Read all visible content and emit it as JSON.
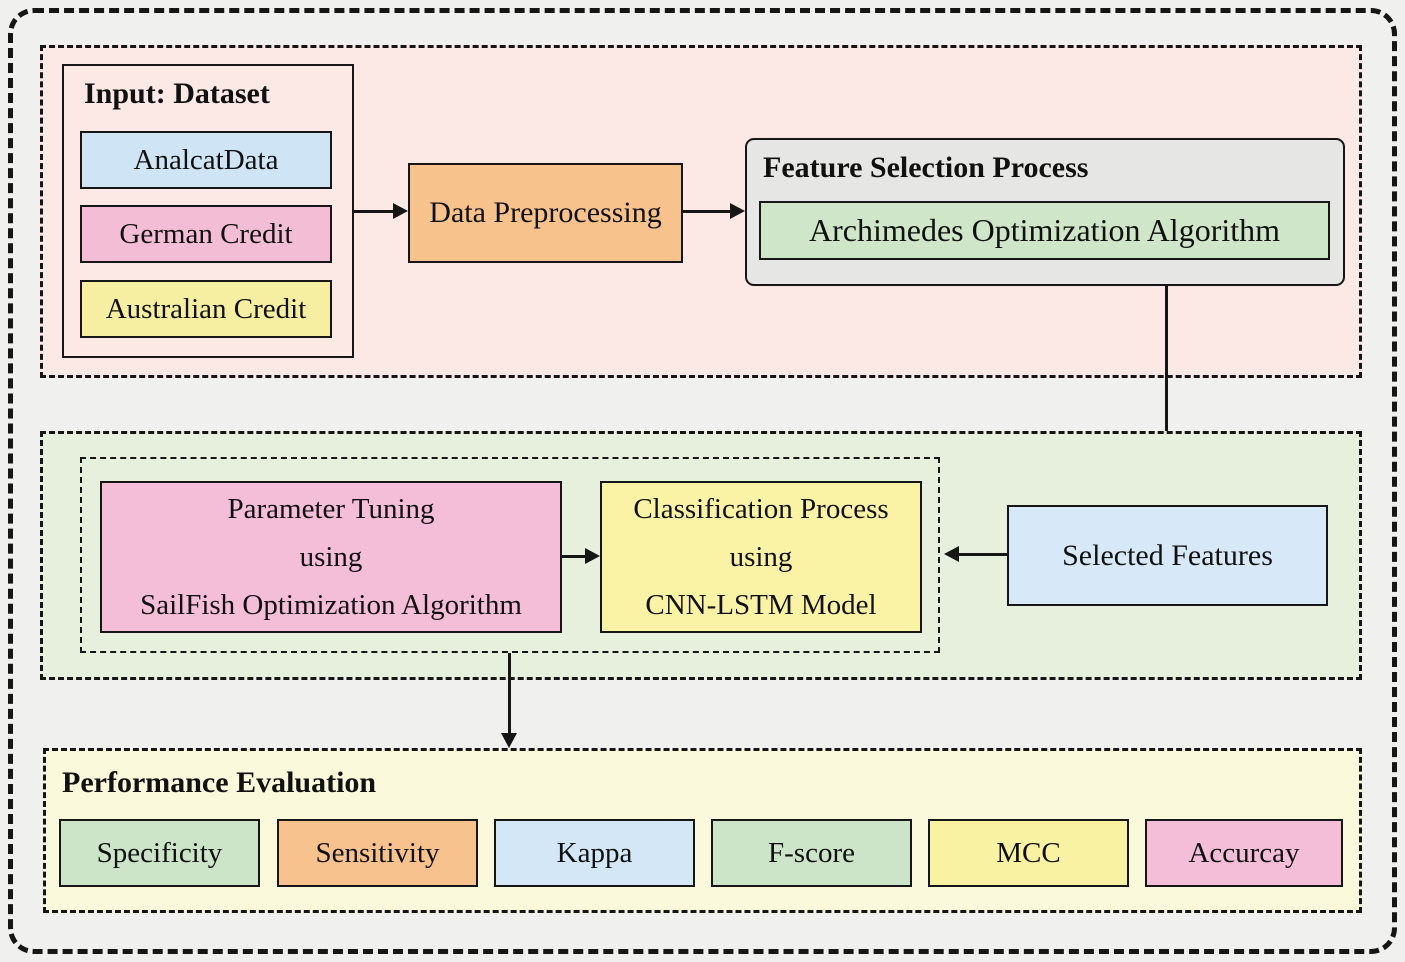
{
  "colors": {
    "canvas_bg": "#f0f0ee",
    "outline": "#161616",
    "section_input_bg": "#fce9e6",
    "section_model_bg": "#e7f0dc",
    "section_eval_bg": "#fbf9dc",
    "preprocessing_bg": "#f7c28b",
    "feature_panel_bg": "#e6e7e4",
    "archimedes_bg": "#cfe7c8",
    "tuning_bg": "#f4bdd8",
    "classification_bg": "#faf2a5",
    "selected_features_bg": "#d7e9f8"
  },
  "pipeline": {
    "input": {
      "title": "Input: Dataset",
      "datasets": [
        {
          "label": "AnalcatData",
          "color": "#cfe4f4"
        },
        {
          "label": "German Credit",
          "color": "#f4bdd6"
        },
        {
          "label": "Australian Credit",
          "color": "#f6efa1"
        }
      ]
    },
    "preprocessing": {
      "label": "Data Preprocessing"
    },
    "feature_selection": {
      "title": "Feature Selection Process",
      "algorithm": "Archimedes Optimization Algorithm"
    },
    "parameter_tuning": {
      "lines": [
        "Parameter Tuning",
        "using",
        "SailFish Optimization Algorithm"
      ]
    },
    "classification": {
      "lines": [
        "Classification Process",
        "using",
        "CNN-LSTM Model"
      ]
    },
    "selected_features": {
      "label": "Selected Features"
    },
    "evaluation": {
      "title": "Performance Evaluation",
      "metrics": [
        {
          "label": "Specificity",
          "color": "#cce4c7"
        },
        {
          "label": "Sensitivity",
          "color": "#f7c28d"
        },
        {
          "label": "Kappa",
          "color": "#d3e7f7"
        },
        {
          "label": "F-score",
          "color": "#cce4c7"
        },
        {
          "label": "MCC",
          "color": "#f9f2a3"
        },
        {
          "label": "Accurcay",
          "color": "#f4bdd8"
        }
      ]
    }
  }
}
